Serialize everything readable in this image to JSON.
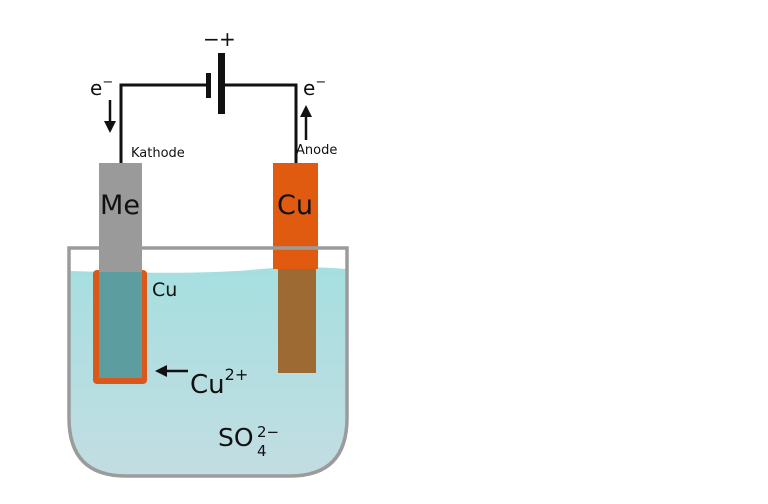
{
  "battery": {
    "minus": "−",
    "plus": "+"
  },
  "left_electron": {
    "base": "e",
    "sup": "−"
  },
  "right_electron": {
    "base": "e",
    "sup": "−"
  },
  "cathode": {
    "caption": "Kathode",
    "symbol": "Me",
    "coating": "Cu"
  },
  "anode": {
    "caption": "Anode",
    "symbol": "Cu"
  },
  "ion": {
    "base": "Cu",
    "sup": "2+"
  },
  "sulfate": {
    "base": "SO",
    "sub": "4",
    "sup": "2−"
  },
  "colors": {
    "wire": "#111111",
    "cathode_rod": "#9a9a9a",
    "anode_rod": "#e05a10",
    "anode_submerged": "#9c6a32",
    "cathode_submerged": "#5c9da0",
    "copper_coating": "#d9581a",
    "solution_top": "#a6dfe0",
    "solution_bottom": "#c3dde2",
    "container": "#9b9b9b"
  }
}
